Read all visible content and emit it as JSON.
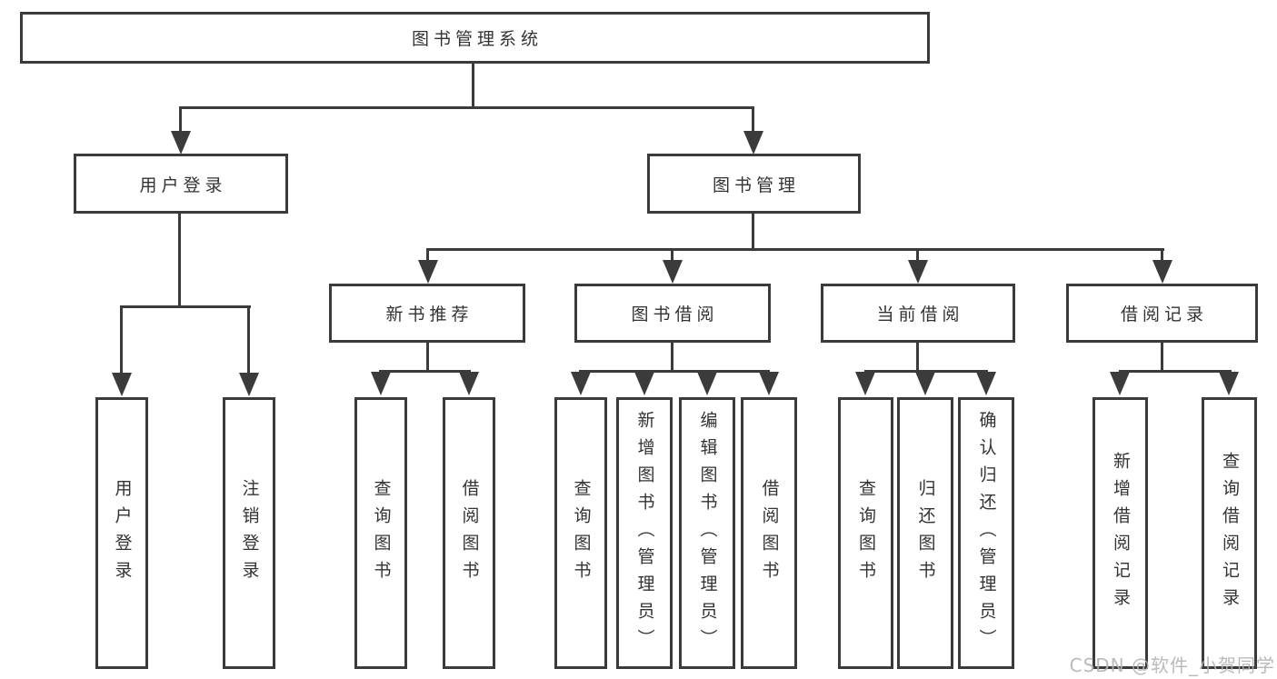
{
  "diagram_title": "图书管理系统",
  "colors": {
    "line": "#3b3b3b",
    "text": "#333333",
    "watermark": "#b3b3b3",
    "background": "#ffffff"
  },
  "tree": {
    "label": "图书管理系统",
    "children": [
      {
        "label": "用户登录",
        "children": [
          {
            "label": "用户登录"
          },
          {
            "label": "注销登录"
          }
        ]
      },
      {
        "label": "图书管理",
        "children": [
          {
            "label": "新书推荐",
            "children": [
              {
                "label": "查询图书"
              },
              {
                "label": "借阅图书"
              }
            ]
          },
          {
            "label": "图书借阅",
            "children": [
              {
                "label": "查询图书"
              },
              {
                "label": "新增图书（管理员）"
              },
              {
                "label": "编辑图书（管理员）"
              },
              {
                "label": "借阅图书"
              }
            ]
          },
          {
            "label": "当前借阅",
            "children": [
              {
                "label": "查询图书"
              },
              {
                "label": "归还图书"
              },
              {
                "label": "确认归还（管理员）"
              }
            ]
          },
          {
            "label": "借阅记录",
            "children": [
              {
                "label": "新增借阅记录"
              },
              {
                "label": "查询借阅记录"
              }
            ]
          }
        ]
      }
    ]
  },
  "watermark": {
    "text": "CSDN @软件_小贺同学"
  }
}
